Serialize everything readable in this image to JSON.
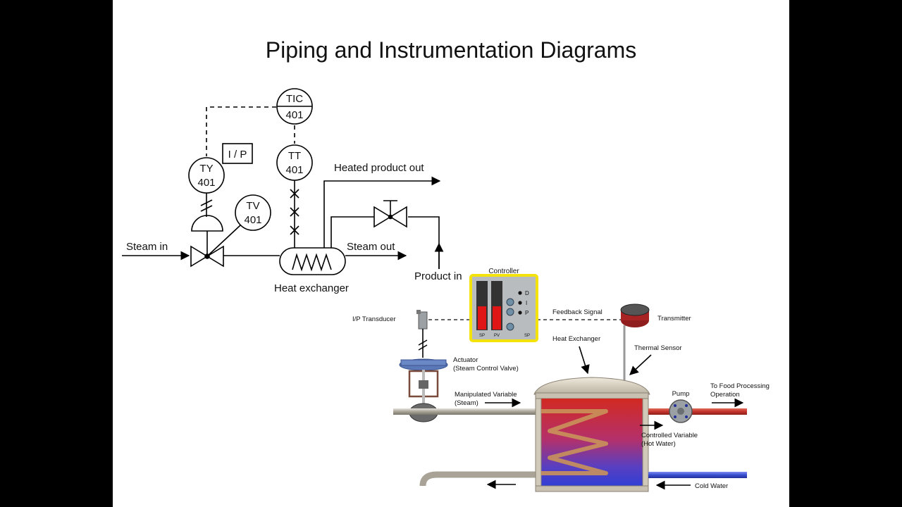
{
  "slide": {
    "title": "Piping and Instrumentation Diagrams"
  },
  "pid": {
    "tic_tag": "TIC",
    "tic_num": "401",
    "tt_tag": "TT",
    "tt_num": "401",
    "ty_tag": "TY",
    "ty_num": "401",
    "tv_tag": "TV",
    "tv_num": "401",
    "ip_box": "I / P",
    "steam_in": "Steam in",
    "steam_out": "Steam out",
    "heated_product_out": "Heated product out",
    "product_in": "Product in",
    "heat_exchanger": "Heat exchanger"
  },
  "illustration": {
    "controller": "Controller",
    "controller_letters": [
      "D",
      "I",
      "P"
    ],
    "sp": "SP",
    "pv": "PV",
    "sp_small": "SP",
    "ip_transducer": "I/P  Transducer",
    "feedback_signal": "Feedback Signal",
    "transmitter": "Transmitter",
    "heat_exchanger": "Heat Exchanger",
    "thermal_sensor": "Thermal Sensor",
    "actuator_line1": "Actuator",
    "actuator_line2": "(Steam Control Valve)",
    "manipulated_line1": "Manipulated Variable",
    "manipulated_line2": "(Steam)",
    "pump": "Pump",
    "to_food_line1": "To Food Processing",
    "to_food_line2": "Operation",
    "controlled_line1": "Controlled Variable",
    "controlled_line2": "(Hot Water)",
    "cold_water": "Cold Water"
  },
  "colors": {
    "hot": "#c4322c",
    "cold": "#3a4fd0",
    "controller_border": "#f4e20c",
    "actuator": "#5b79b8"
  }
}
